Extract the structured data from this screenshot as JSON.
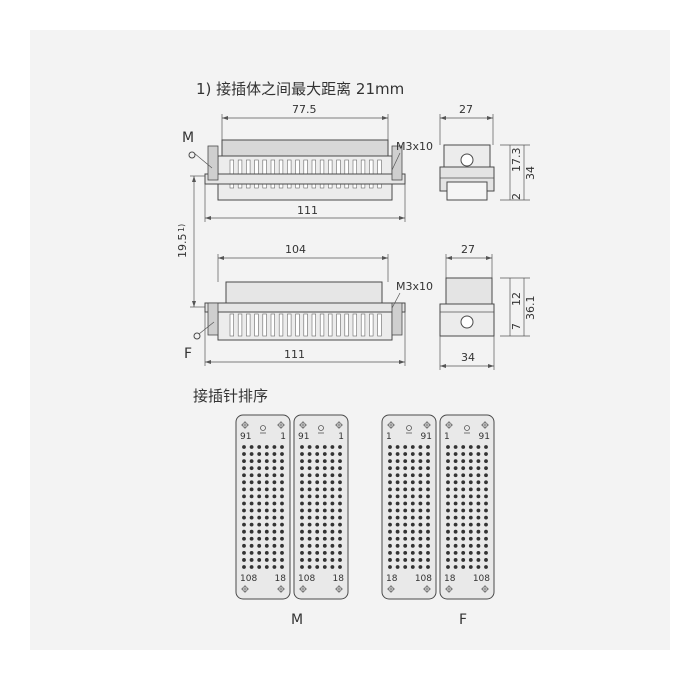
{
  "title": "1) 接插体之间最大距离 21mm",
  "pin_title": "接插针排序",
  "marks": {
    "male": "M",
    "female": "F"
  },
  "top_view": {
    "width_label": "77.5",
    "screw_label": "M3x10",
    "base_label": "111",
    "side_width_label": "27",
    "side_h1_label": "17.3",
    "side_h2_label": "34",
    "side_h3_label": "2"
  },
  "bottom_view": {
    "width_label": "104",
    "screw_label": "M3x10",
    "base_label": "111",
    "side_width_label": "27",
    "side_bottom_label": "34",
    "side_h1_label": "12",
    "side_h2_label": "36.1",
    "side_h3_label": "7"
  },
  "gap_label": "19.5",
  "gap_superscript": "1)",
  "pin_panels": [
    {
      "name": "M-left",
      "tl": "91",
      "tr": "1",
      "bl": "108",
      "br": "18"
    },
    {
      "name": "M-right",
      "tl": "91",
      "tr": "1",
      "bl": "108",
      "br": "18"
    },
    {
      "name": "F-left",
      "tl": "1",
      "tr": "91",
      "bl": "18",
      "br": "108"
    },
    {
      "name": "F-right",
      "tl": "1",
      "tr": "91",
      "bl": "18",
      "br": "108"
    }
  ],
  "icons": [
    "ground-symbol-icon",
    "screw-icon"
  ]
}
